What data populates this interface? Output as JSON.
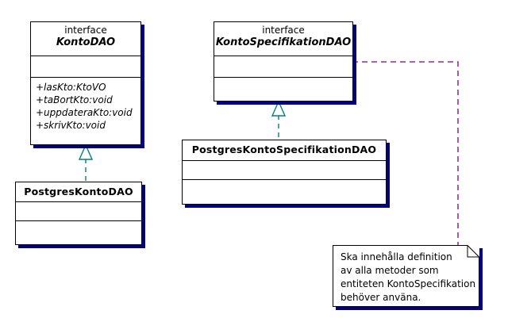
{
  "diagram": {
    "type": "uml-class-diagram",
    "background": "#ffffff",
    "colors": {
      "box_border": "#000000",
      "box_shadow": "#000080",
      "realization": "#008080",
      "note_link": "#800080",
      "text": "#000000"
    }
  },
  "interfaces": [
    {
      "stereotype": "interface",
      "name": "KontoDAO",
      "attributes": [],
      "methods": [
        "+lasKto:KtoVO",
        "+taBortKto:void",
        "+uppdateraKto:void",
        "+skrivKto:void"
      ]
    },
    {
      "stereotype": "interface",
      "name": "KontoSpecifikationDAO",
      "attributes": [],
      "methods": []
    }
  ],
  "classes": [
    {
      "name": "PostgresKontoDAO",
      "attributes": [],
      "methods": []
    },
    {
      "name": "PostgresKontoSpecifikationDAO",
      "attributes": [],
      "methods": []
    }
  ],
  "note": {
    "lines": [
      "Ska innehålla definition",
      "av alla metoder som",
      "entiteten KontoSpecifikation",
      "behöver använa."
    ]
  },
  "connectors": [
    {
      "kind": "realization",
      "from": "PostgresKontoDAO",
      "to": "KontoDAO",
      "style": "dashed",
      "arrowhead": "hollow-triangle"
    },
    {
      "kind": "realization",
      "from": "PostgresKontoSpecifikationDAO",
      "to": "KontoSpecifikationDAO",
      "style": "dashed",
      "arrowhead": "hollow-triangle"
    },
    {
      "kind": "note-anchor",
      "from": "note",
      "to": "KontoSpecifikationDAO",
      "style": "dashed",
      "arrowhead": "none"
    }
  ]
}
